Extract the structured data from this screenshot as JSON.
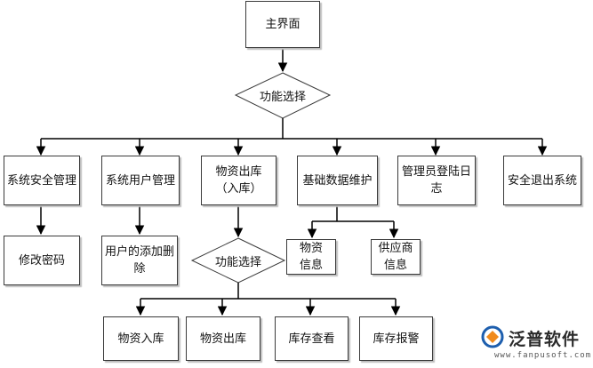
{
  "nodes": {
    "main": "主界面",
    "decision_top": "功能选择",
    "security_mgmt": "系统安全管理",
    "user_mgmt": "系统用户管理",
    "goods_out": "物资出库（入库）",
    "base_data": "基础数据维护",
    "admin_log": "管理员登陆日志",
    "safe_exit": "安全退出系统",
    "change_pwd": "修改密码",
    "user_add_del": "用户的添加删除",
    "goods_info": "物资信息",
    "supplier_info": "供应商信息",
    "decision_sub": "功能选择",
    "sub_in": "物资入库",
    "sub_out": "物资出库",
    "sub_query": "库存查看",
    "sub_alarm": "库存报警"
  },
  "watermark": {
    "name": "泛普软件",
    "url": "www.fanpusoft.com"
  },
  "colors": {
    "line": "#000000",
    "box_border": "#3a3a3a",
    "logo_blue": "#1e5fae",
    "logo_orange": "#f08a1c"
  }
}
